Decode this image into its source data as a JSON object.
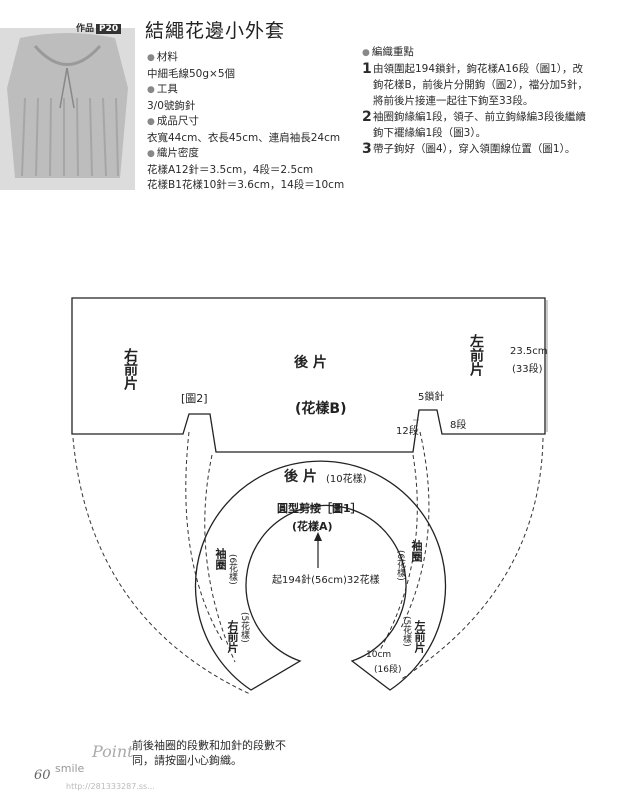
{
  "header": {
    "work_label": "作品",
    "work_code": "P20",
    "title": "結繩花邊小外套"
  },
  "specs": {
    "materials_head": "材料",
    "materials": "中細毛線50g×5個",
    "tools_head": "工具",
    "tools": "3/0號鉤針",
    "size_head": "成品尺寸",
    "size": "衣寬44cm、衣長45cm、連肩袖長24cm",
    "gauge_head": "織片密度",
    "gauge_a": "花樣A12針＝3.5cm，4段＝2.5cm",
    "gauge_b": "花樣B1花樣10針＝3.6cm，14段＝10cm"
  },
  "points": {
    "head": "編織重點",
    "steps": [
      {
        "num": "1",
        "text": "由領圍起194鎖針，鉤花樣A16段（圖1），改鉤花樣B，前後片分開鉤（圖2），襠分加5針，將前後片接連一起往下鉤至33段。"
      },
      {
        "num": "2",
        "text": "袖圈鉤緣編1段，領子、前立鉤緣編3段後繼續鉤下襬緣編1段（圖3）。"
      },
      {
        "num": "3",
        "text": "帶子鉤好（圖4），穿入領圍線位置（圖1）。"
      }
    ]
  },
  "diagram": {
    "right_front": "右前片",
    "back": "後 片",
    "left_front": "左前片",
    "pattern_b": "(花樣B)",
    "fig2": "[圖2]",
    "width_cm": "23.5cm",
    "width_rows": "(33段)",
    "chains5": "5鎖針",
    "rows12": "12段",
    "rows8": "8段",
    "yoke_back": "後 片",
    "yoke_back_count": "(10花樣)",
    "yoke_title": "圓型剪接［圖1］",
    "pattern_a": "(花樣A)",
    "start": "起194針(56cm)32花樣",
    "sleeve_left": "袖圈",
    "sleeve_left_count": "(6花樣)",
    "sleeve_right": "袖圈",
    "sleeve_right_count": "(6花樣)",
    "front_right": "右前片",
    "front_right_count": "(5花樣)",
    "front_left": "左前片",
    "front_left_count": "(5花樣)",
    "depth": "10cm",
    "depth_rows": "(16段)"
  },
  "footer": {
    "point_word": "Point",
    "note": "前後袖圈的段數和加針的段數不同，請按圖小心鉤織。",
    "page_number": "60",
    "watermark": "smile",
    "watermark_url": "http://281333287.ss..."
  }
}
